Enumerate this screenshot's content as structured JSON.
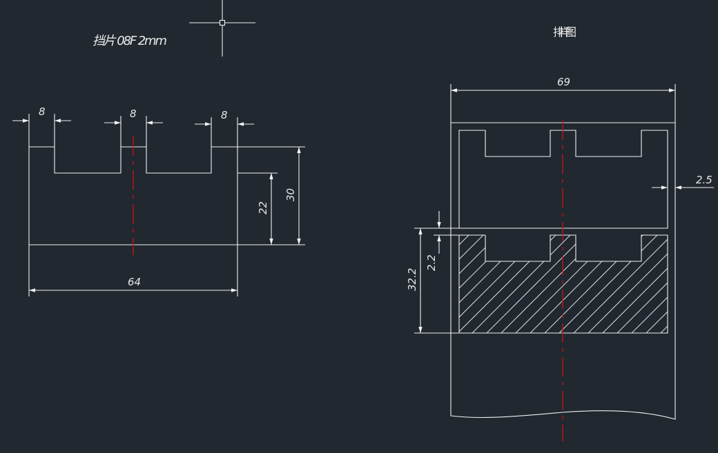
{
  "titles": {
    "part": "挡片 08F 2mm",
    "layout": "排样图"
  },
  "part_view": {
    "dims": {
      "slot_left": "8",
      "slot_mid": "8",
      "slot_right": "8",
      "width": "64",
      "slot_depth": "22",
      "height": "30"
    }
  },
  "layout_view": {
    "dims": {
      "strip_width": "69",
      "edge_margin": "2.5",
      "gap": "2.2",
      "pitch": "32.2"
    }
  },
  "colors": {
    "background": "#212830",
    "lines": "#f2f2f2",
    "centerline": "#c0141a"
  },
  "icons": [
    "crosshair-cursor-icon"
  ]
}
